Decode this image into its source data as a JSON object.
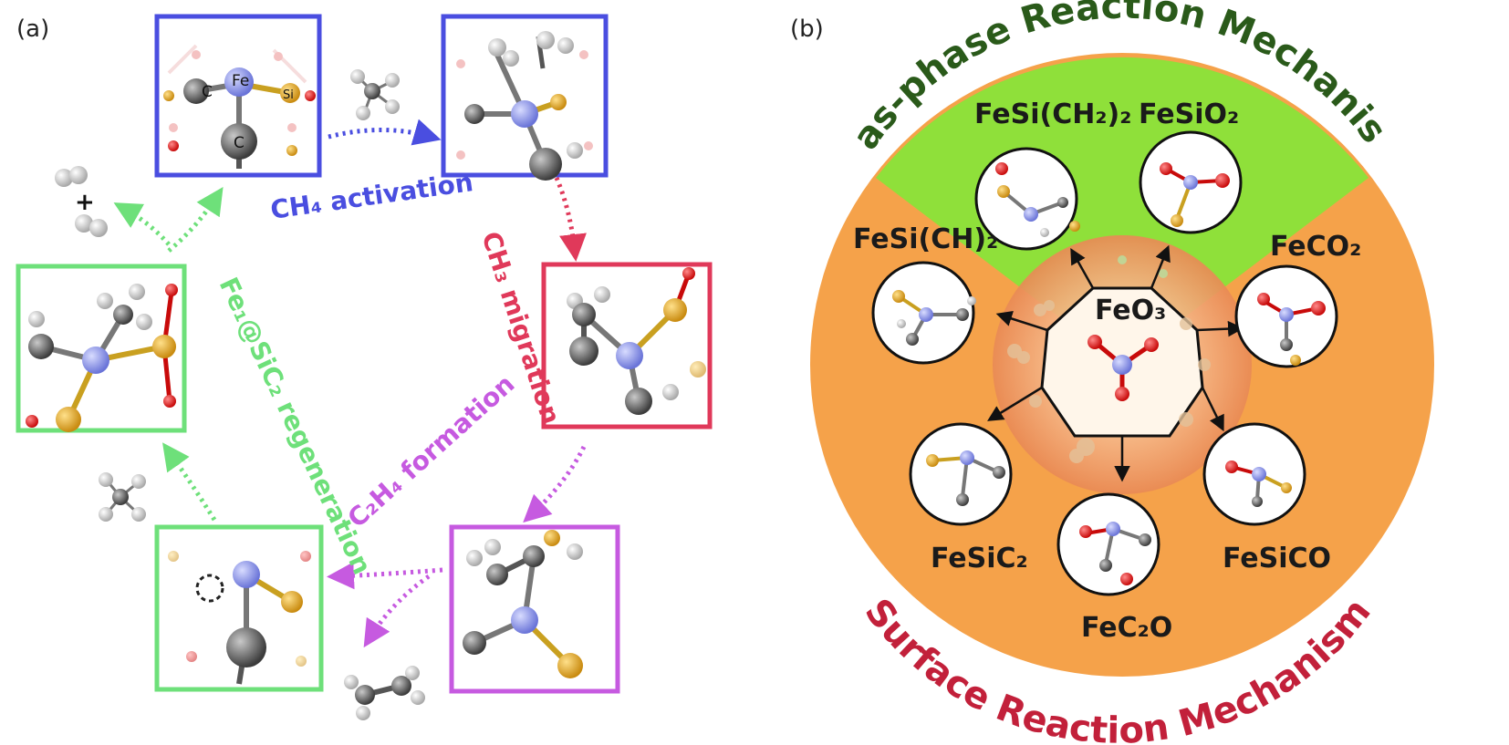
{
  "panel_a": {
    "label": "(a)",
    "step_labels": {
      "activation": "CH₄ activation",
      "migration": "CH₃ migration",
      "formation": "C₂H₄ formation",
      "regeneration": "Fe₁@SiC₂ regeneration"
    },
    "atom_labels": {
      "c_left": "C",
      "fe": "Fe",
      "si": "Si",
      "c_bottom": "C"
    },
    "plus_sign": "+"
  },
  "panel_b": {
    "label": "(b)",
    "gas_title": "Gas-phase Reaction Mechanism",
    "surface_title": "Surface Reaction Mechanism",
    "center_label": "FeO₃",
    "species": {
      "fesich2": "FeSi(CH₂)₂",
      "fesio2": "FeSiO₂",
      "fesich": "FeSi(CH)₂",
      "feco2": "FeCO₂",
      "fesic2": "FeSiC₂",
      "fesico": "FeSiCO",
      "fec2o": "FeC₂O"
    }
  },
  "colors": {
    "blue": "#4a4ee0",
    "red": "#e0395a",
    "magenta": "#c65ae0",
    "green": "#6ee07a",
    "orange": "#f5a24a",
    "lime": "#8fe03a",
    "gas_title": "#2a5a1a",
    "surface_title": "#c2203a"
  }
}
